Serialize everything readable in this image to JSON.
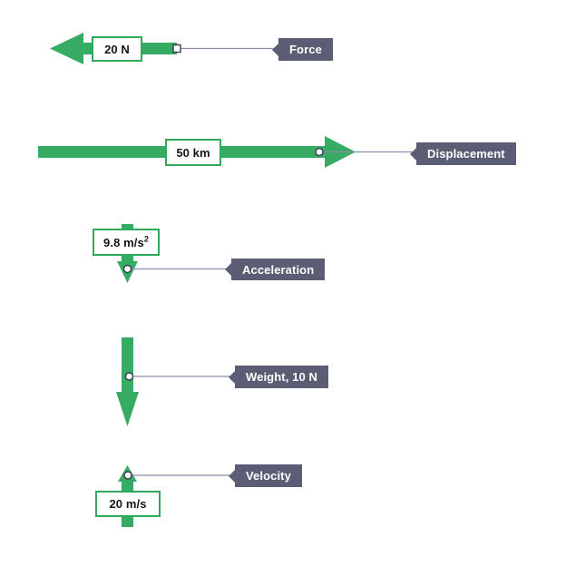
{
  "page": {
    "title": "Vector quantity examples diagram",
    "background_color": "#ffffff",
    "arrow_color": "#35ab63",
    "value_box_border_color": "#2faa5d",
    "value_box_fill_color": "#ffffff",
    "callout_fill_color": "#5b5d74",
    "callout_text_color": "#ffffff",
    "leader_line_color": "#8c8da6",
    "anchor_dot_fill": "#ffffff",
    "anchor_dot_stroke": "#3b3b52"
  },
  "vectors": [
    {
      "id": "force",
      "label": "Force",
      "value": "20 N",
      "value_plain": "20 N",
      "direction": "left",
      "magnitude_text": "20",
      "unit": "N"
    },
    {
      "id": "displacement",
      "label": "Displacement",
      "value": "50 km",
      "value_plain": "50 km",
      "direction": "right",
      "magnitude_text": "50",
      "unit": "km"
    },
    {
      "id": "acceleration",
      "label": "Acceleration",
      "value": "9.8 m/s",
      "value_exponent": "2",
      "value_plain": "9.8 m/s2",
      "direction": "down",
      "magnitude_text": "9.8",
      "unit": "m/s^2"
    },
    {
      "id": "weight",
      "label": "Weight, 10 N",
      "value": "",
      "value_plain": "",
      "direction": "down",
      "magnitude_text": "10",
      "unit": "N"
    },
    {
      "id": "velocity",
      "label": "Velocity",
      "value": "20 m/s",
      "value_plain": "20 m/s",
      "direction": "up",
      "magnitude_text": "20",
      "unit": "m/s"
    }
  ]
}
